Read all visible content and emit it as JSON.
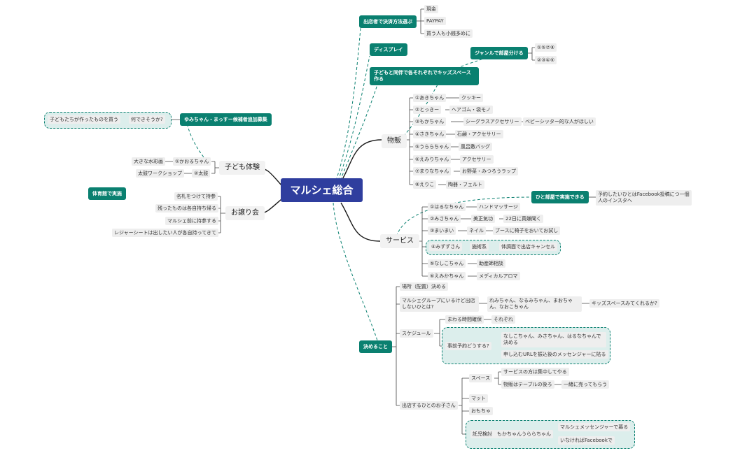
{
  "colors": {
    "root": "#2f3e9e",
    "accent": "#0a8070",
    "node": "#eeeeee",
    "highlight": "#dceeec"
  },
  "root": "マルシェ総合",
  "top_tags": {
    "payment": "出店者で決済方法選ぶ",
    "payment_options": [
      "現金",
      "PAYPAY",
      "買う人も小銭多めに"
    ],
    "display": "ディスプレイ",
    "genre": "ジャンルで部屋分ける",
    "genre_groups": [
      "①⑤⑦⑧",
      "②③④⑥"
    ],
    "kids_space": "子どもと同伴で各それぞれでキッズスペース作る"
  },
  "goods": {
    "label": "物販",
    "items": [
      {
        "name": "①あきちゃん",
        "item": "クッキー"
      },
      {
        "name": "②とっきー",
        "item": "ヘアゴム・袋モノ"
      },
      {
        "name": "③もかちゃん",
        "item": "シーグラスアクセサリー",
        "note": "ベビーシッター的な人がほしい"
      },
      {
        "name": "④さきちゃん",
        "item": "石鹸・アクセサリー"
      },
      {
        "name": "⑤うららちゃん",
        "item": "風呂敷バッグ"
      },
      {
        "name": "⑥えみりちゃん",
        "item": "アクセサリー"
      },
      {
        "name": "⑦まりなちゃん",
        "item": "お野菜・みつろうラップ"
      },
      {
        "name": "⑧えりこ",
        "item": "陶器・フェルト"
      }
    ]
  },
  "service": {
    "label": "サービス",
    "tag": "ひと部屋で実施できる",
    "tag_note": "予約したいひとはFacebook投稿につ一個人のインスタへ",
    "items": [
      {
        "name": "①はるなちゃん",
        "item": "ハンドマッサージ"
      },
      {
        "name": "②みさちゃん",
        "item": "美正気功",
        "note": "22日に真嫌聞く"
      },
      {
        "name": "③まいまい",
        "item": "ネイル",
        "note": "ブースに椅子をおいてお試し"
      },
      {
        "name": "④みずずさん",
        "item": "施術系",
        "note": "体調面で出店キャンセル"
      },
      {
        "name": "⑤なしこちゃん",
        "item": "助産師相談"
      },
      {
        "name": "⑥えみかちゃん",
        "item": "メディカルアロマ"
      }
    ]
  },
  "kids": {
    "label": "子ども体験",
    "items": [
      {
        "name": "①かおるちゃん",
        "detail": "大きな水彩画"
      },
      {
        "name": "②太鼓",
        "detail": "太鼓ワークショップ"
      }
    ],
    "tag": "ゆみちゃん・まっすー候補者追加募集",
    "question": "何できそうか?",
    "question_detail": "子どもたちが作ったものを買う"
  },
  "farewell": {
    "label": "お譲り会",
    "items": [
      "名札をつけて持参",
      "残ったものは各自持ち帰る",
      "マルシェ前に持参する",
      "レジャーシートは出したい人が各自持ってきて"
    ],
    "tag": "体育館で実施"
  },
  "decide": {
    "label": "決めること",
    "place": "場所（配置）決める",
    "group_q": "マルシェグループにいるけど出店しないひとは?",
    "group_names": "れみちゃん、なるみちゃん、まおちゃん、なおこちゃん",
    "group_note": "キッズスペースみてくれるか?",
    "schedule": {
      "label": "スケジュール",
      "round": "まわる時間確保",
      "round_note": "それぞれ",
      "reserve": "事前予約どうする?",
      "reserve_names": "なしこちゃん、みさちゃん、はるなちゃんで決める",
      "reserve_url": "申し込むURLを振込後のメッセンジャーに貼る"
    },
    "kids_plan": {
      "label": "出店するひとのお子さん",
      "space": "スペース",
      "space_items": [
        "サービスの方は集中してやる",
        "物販はテーブルの後ろ"
      ],
      "space_note": "一緒に売ってもらう",
      "mat": "マット",
      "toys": "おもちゃ",
      "care": "託児検討　もかちゃんうららちゃん",
      "care_items": [
        "マルシェメッセンジャーで募る",
        "いなければFacebookで"
      ]
    }
  }
}
